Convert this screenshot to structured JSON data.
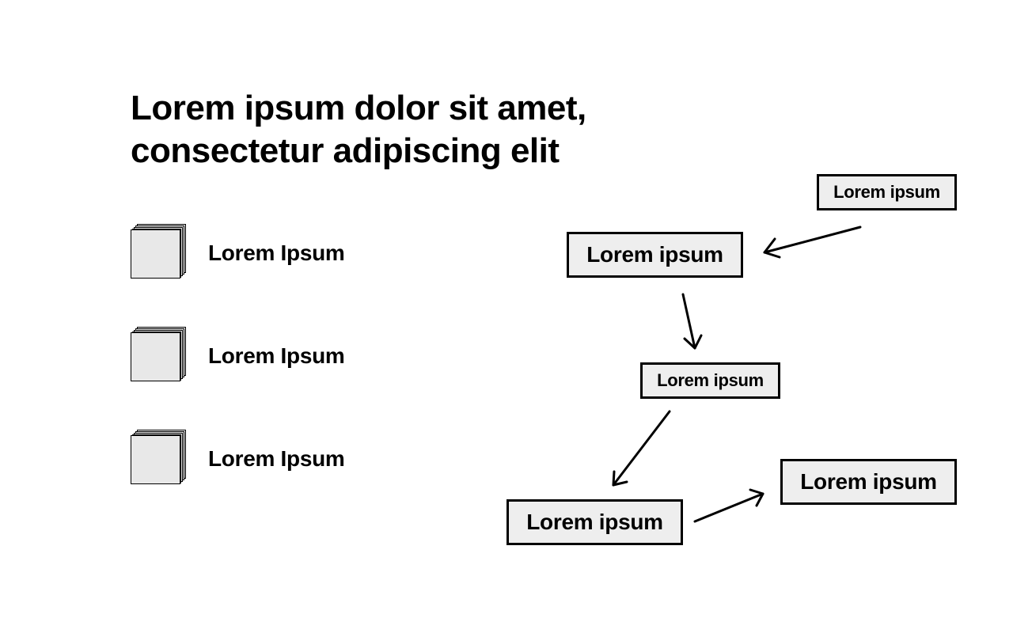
{
  "title": {
    "line1": "Lorem ipsum dolor sit amet,",
    "line2": "consectetur adipiscing elit"
  },
  "list": [
    {
      "label": "Lorem Ipsum",
      "icon": "stacked-pages-icon"
    },
    {
      "label": "Lorem Ipsum",
      "icon": "stacked-pages-icon"
    },
    {
      "label": "Lorem Ipsum",
      "icon": "stacked-pages-icon"
    }
  ],
  "diagram": {
    "nodes": [
      {
        "id": "n1",
        "label": "Lorem ipsum"
      },
      {
        "id": "n2",
        "label": "Lorem ipsum"
      },
      {
        "id": "n3",
        "label": "Lorem ipsum"
      },
      {
        "id": "n4",
        "label": "Lorem ipsum"
      },
      {
        "id": "n5",
        "label": "Lorem ipsum"
      }
    ],
    "edges": [
      {
        "from": "n1",
        "to": "n2"
      },
      {
        "from": "n2",
        "to": "n3"
      },
      {
        "from": "n3",
        "to": "n4"
      },
      {
        "from": "n4",
        "to": "n5"
      }
    ]
  },
  "colors": {
    "text": "#000000",
    "box_fill": "#eeeeee",
    "box_border": "#000000",
    "background": "#ffffff"
  }
}
